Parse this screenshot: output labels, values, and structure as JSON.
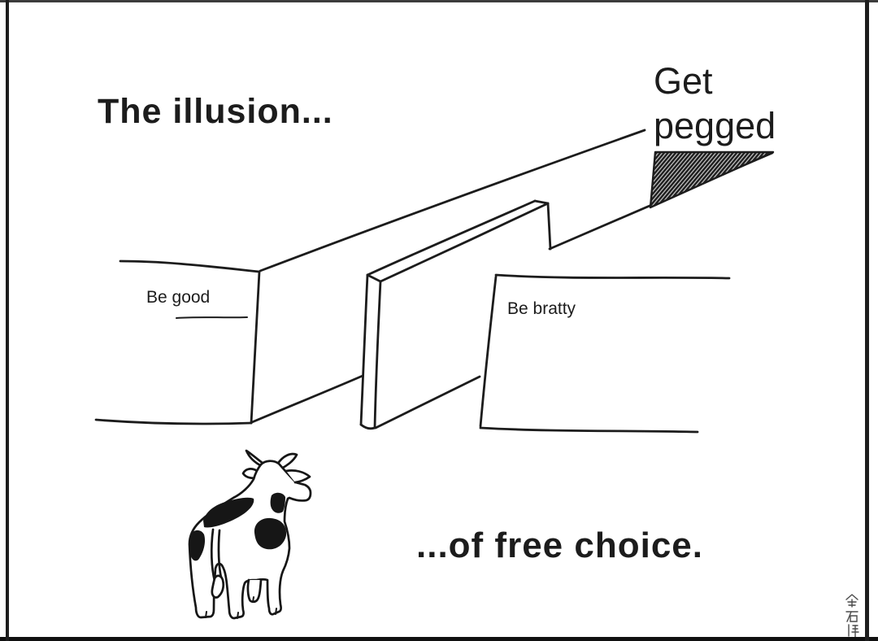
{
  "comic": {
    "title": "The illusion...",
    "outcome_label": "Get pegged",
    "outcome_lines": [
      "Get",
      "pegged"
    ],
    "left_path_label": "Be good",
    "right_path_label": "Be bratty",
    "caption": "...of free choice.",
    "signature": "金右淳",
    "colors": {
      "ink": "#1c1c1c",
      "background": "#ffffff"
    }
  }
}
